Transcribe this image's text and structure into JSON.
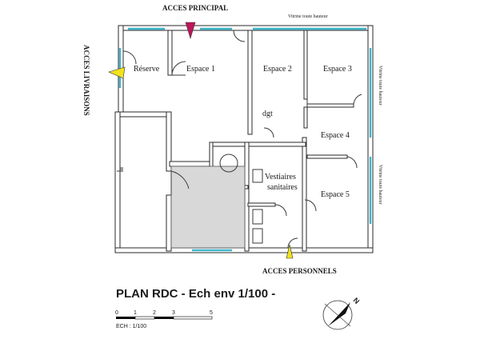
{
  "plan": {
    "title": "PLAN RDC - Ech env 1/100 -",
    "scale_label": "ECH : 1/100",
    "scale_ticks": [
      "0",
      "1",
      "2",
      "3",
      "5"
    ],
    "north_label": "N"
  },
  "access": {
    "main": "ACCES PRINCIPAL",
    "deliveries": "ACCES LIVRAISONS",
    "staff": "ACCES PERSONNELS"
  },
  "rooms": {
    "reserve": "Réserve",
    "espace1": "Espace 1",
    "espace2": "Espace 2",
    "espace3": "Espace 3",
    "espace4": "Espace 4",
    "espace5": "Espace 5",
    "dgt": "dgt",
    "vestiaires_1": "Vestiaires",
    "vestiaires_2": "sanitaires"
  },
  "glazing": {
    "top": "Vitrine toute hauteur",
    "right_upper": "Vitrine toute hauteur",
    "right_lower": "Vitrine toute hauteur"
  },
  "colors": {
    "glazing": "#3fb6c9",
    "main_marker": "#c0155a",
    "secondary_marker": "#f2e21e",
    "shaded_area": "#d8d8d8"
  }
}
